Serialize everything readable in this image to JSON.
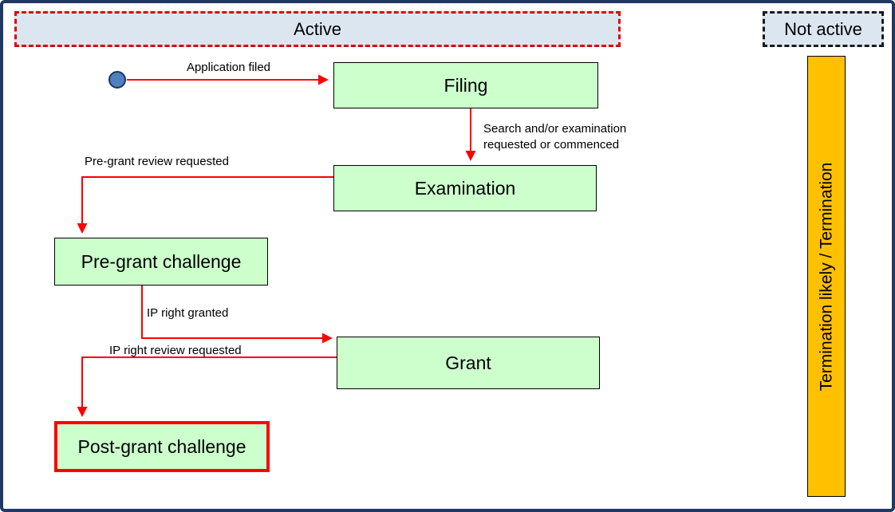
{
  "colors": {
    "frame_border": "#1F3864",
    "state_fill": "#DCE6F1",
    "active_border": "#E00000",
    "not_active_border": "#1a1a1a",
    "node_fill": "#CCFFCC",
    "arrow": "#FF0000",
    "termination_fill": "#FFC000",
    "start_dot": "#4F81BD",
    "highlight_border": "#FF0000"
  },
  "regions": {
    "active": "Active",
    "not_active": "Not active",
    "termination": "Termination likely / Termination"
  },
  "nodes": {
    "filing": "Filing",
    "examination": "Examination",
    "pre_grant_challenge": "Pre-grant challenge",
    "grant": "Grant",
    "post_grant_challenge": "Post-grant challenge"
  },
  "edges": {
    "application_filed": "Application filed",
    "search_examination": "Search and/or examination requested or commenced",
    "pre_grant_review": "Pre-grant review requested",
    "ip_right_granted": "IP right granted",
    "ip_right_review": "IP right review requested"
  }
}
